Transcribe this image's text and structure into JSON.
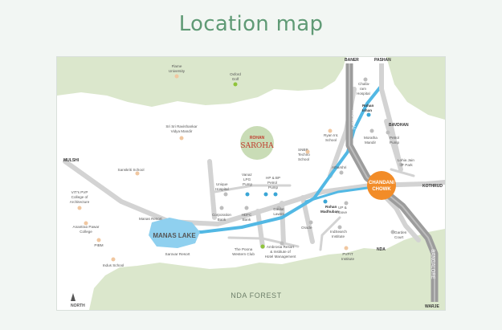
{
  "page": {
    "title": "Location map"
  },
  "project": {
    "brand": "ROHAN",
    "name": "SAROHA"
  },
  "colors": {
    "accent_orange": "#f28c28",
    "river_blue": "#52b8e4",
    "green_fill": "#dbe7cc",
    "road_gray": "#d3d3d3",
    "highway_gray": "#9c9c9c",
    "project_circle": "#c9dcb6",
    "project_text": "#c0392b",
    "lake_blue": "#8fd0ef",
    "title_green": "#5f9a75"
  },
  "map": {
    "lake": "MANAS LAKE",
    "forest": "NDA FOREST",
    "chowk_1": "CHANDANI",
    "chowk_2": "CHOWK",
    "highway_1": "MUMBAI",
    "highway_2": "BANGALORE",
    "north": "NORTH"
  },
  "labels": {
    "baner": "BANER",
    "pashan": "PASHAN",
    "bavdhan": "BAVDHAN",
    "kothrud": "KOTHRUD",
    "mulshi": "MULSHI",
    "nda": "NDA",
    "warje": "WARJE",
    "flame_1": "Flame",
    "flame_2": "University",
    "oxford_1": "Oxford",
    "oxford_2": "Golf",
    "challa_1": "Challa-",
    "challa_2": "ram",
    "challa_3": "Hospital",
    "rohan_ishan_1": "Rohan",
    "rohan_ishan_2": "Ishan",
    "sri_1": "Sri Sri Ravishankar",
    "sri_2": "Vidya Mandir",
    "ryan_1": "Ryan Int.",
    "ryan_2": "School",
    "moratha_1": "Moratha",
    "moratha_2": "Mandir",
    "petrol_bav_1": "Petrol",
    "petrol_bav_2": "Pump",
    "snbp_1": "SNBP",
    "snbp_2": "Techno",
    "snbp_3": "School",
    "lohia_1": "Lohia Jain",
    "lohia_2": "IT Park",
    "sanskriti": "Sanskriti School",
    "unique_1": "Unique",
    "unique_2": "Hospital",
    "vanaz_1": "Vanaz",
    "vanaz_2": "LPG",
    "vanaz_3": "Pump",
    "hp_1": "HP & BP",
    "hp_2": "Petrol",
    "hp_3": "Pump",
    "atharshri": "Atharshri",
    "vit_1": "VIT's PVP",
    "vit_2": "College of",
    "vit_3": "Architecture",
    "manas_resort": "Manas Resort",
    "corp_1": "Corporation",
    "corp_2": "Bank",
    "hdfc_1": "HDFC",
    "hdfc_2": "Bank",
    "daulat_1": "Daulat",
    "daulat_2": "Lawns",
    "rohan_madhuban_1": "Rohan",
    "rohan_madhuban_2": "Madhuban",
    "up_1": "UP &",
    "up_2": "Above",
    "anantrao_1": "Anantrao Pawar",
    "anantrao_2": "College",
    "oracle": "Oracle",
    "indsearch_1": "IndSearch",
    "indsearch_2": "Institute",
    "garden_1": "Garden",
    "garden_2": "Court",
    "pibm": "PIBM",
    "poona_1": "The Poona",
    "poona_2": "Western Club",
    "ambrosia_1": "Ambrosia Resort",
    "ambrosia_2": "& Institute of",
    "ambrosia_3": "Hotel Management",
    "pvpit_1": "PVPIT",
    "pvpit_2": "Institute",
    "sarovar": "Sarovar Resort",
    "indus": "Indus School"
  }
}
